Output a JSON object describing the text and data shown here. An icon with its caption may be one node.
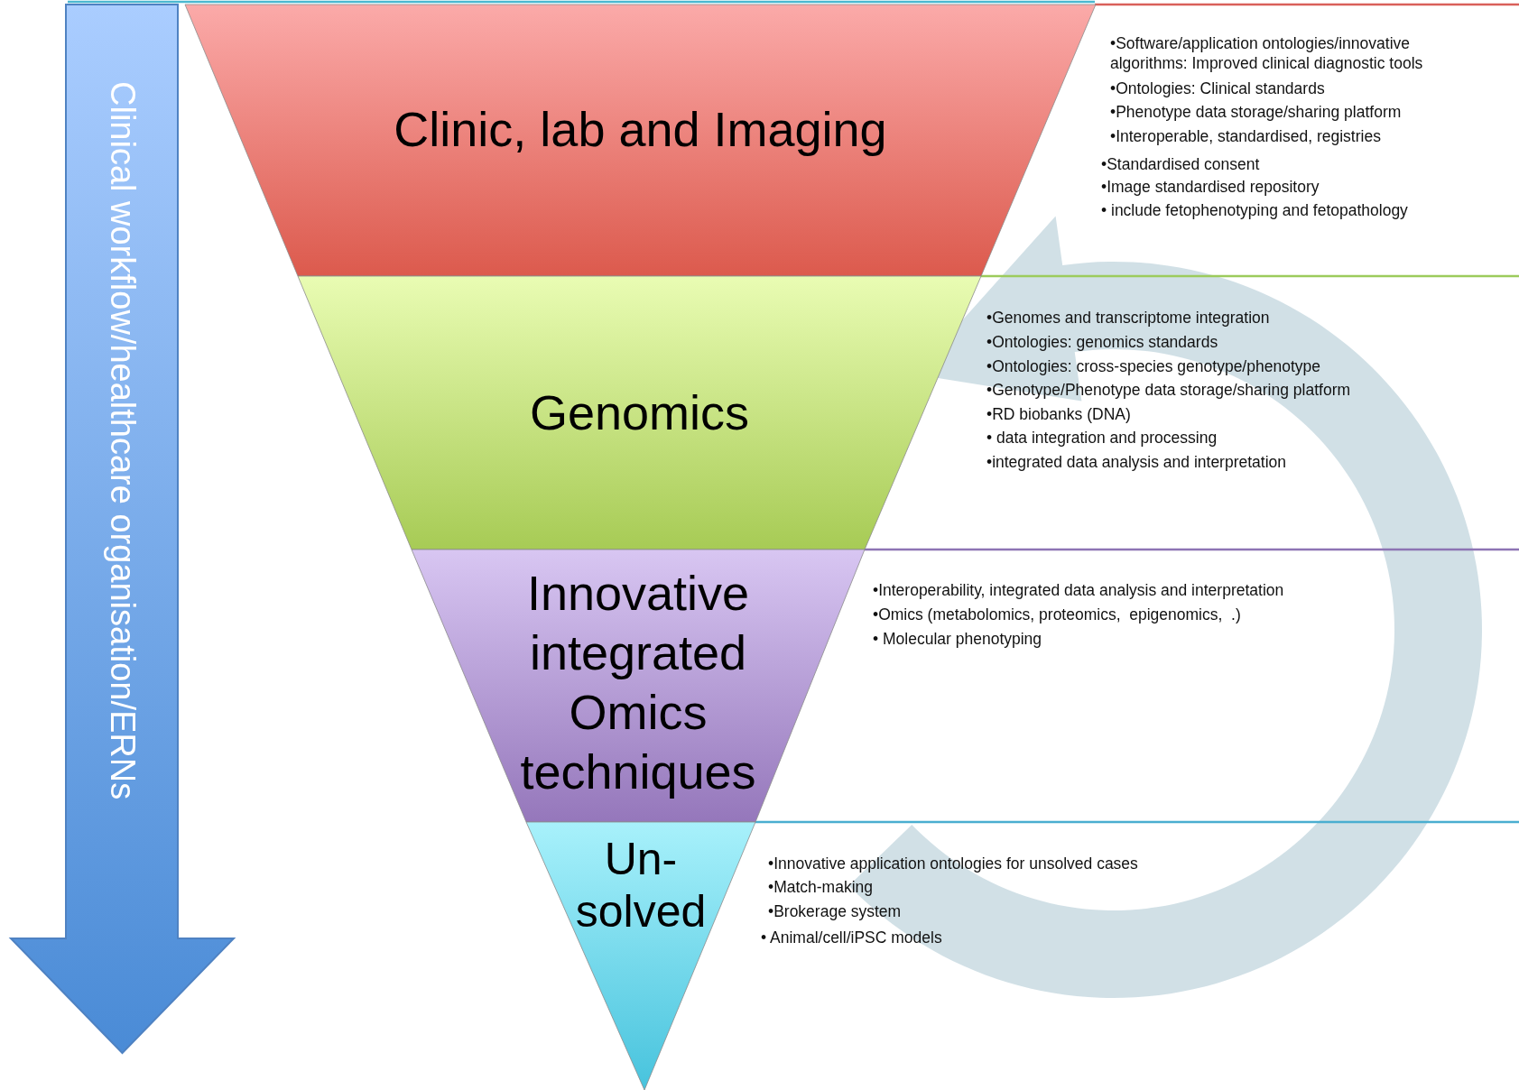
{
  "diagram": {
    "nodes": [
      {
        "text": [
          "Clinical workflow/healthcare organisation/ERNs"
        ]
      },
      {
        "text": [
          "Clinic, lab and Imaging"
        ],
        "beside": [
          "•Software/application ontologies/innovative algorithms: Improved clinical diagnostic tools",
          "•Ontologies: Clinical standards",
          "•Phenotype data storage/sharing platform",
          "•Interoperable, standardised, registries",
          "•Standardised consent",
          "•Image standardised repository",
          "• include fetophenotyping and fetopathology"
        ]
      },
      {
        "text": [
          "Genomics"
        ],
        "beside": [
          "•Genomes and transcriptome integration",
          "•Ontologies: genomics standards",
          "•Ontologies: cross-species genotype/phenotype",
          "•Genotype/Phenotype data storage/sharing platform",
          "•RD biobanks (DNA)",
          "• data integration and processing",
          "•integrated data analysis and interpretation"
        ]
      },
      {
        "text": [
          "Innovative integrated Omics techniques"
        ],
        "beside": [
          "•Interoperability, integrated data analysis and interpretation",
          "•Omics (metabolomics, proteomics,  epigenomics,  .)",
          "• Molecular phenotyping"
        ]
      },
      {
        "text": [
          "Un- solved"
        ],
        "beside": [
          "•Innovative application ontologies for unsolved cases",
          "•Match-making",
          "•Brokerage system",
          "• Animal/cell/iPSC models"
        ]
      }
    ]
  }
}
